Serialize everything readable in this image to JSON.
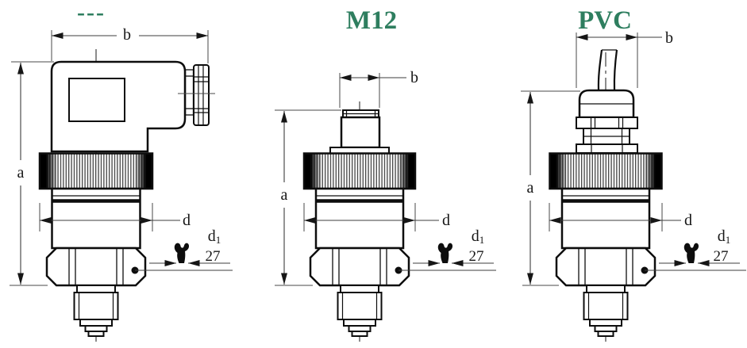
{
  "colors": {
    "title_green": "#2e7e5f",
    "line": "#0d0d0d",
    "background": "#ffffff"
  },
  "figures": [
    {
      "id": "din-plug-variant",
      "title": "---",
      "dims": {
        "a": "a",
        "b": "b",
        "d": "d",
        "d1_base": "d",
        "d1_sub": "1",
        "wrench": "27"
      }
    },
    {
      "id": "m12-variant",
      "title": "M12",
      "dims": {
        "a": "a",
        "b": "b",
        "d": "d",
        "d1_base": "d",
        "d1_sub": "1",
        "wrench": "27"
      }
    },
    {
      "id": "pvc-cable-variant",
      "title": "PVC",
      "dims": {
        "a": "a",
        "b": "b",
        "d": "d",
        "d1_base": "d",
        "d1_sub": "1",
        "wrench": "27"
      }
    }
  ]
}
